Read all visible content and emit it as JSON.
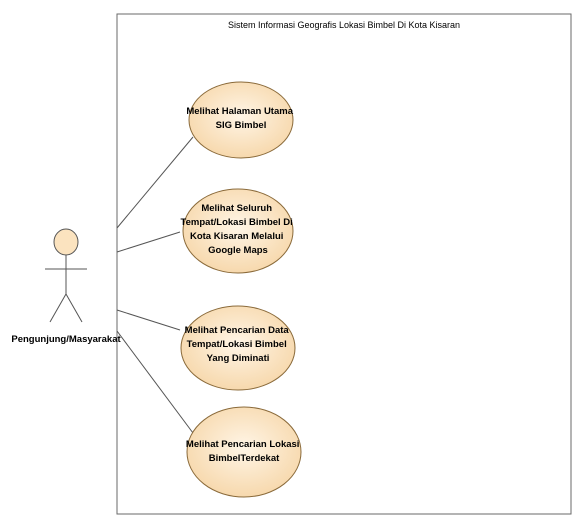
{
  "system": {
    "title": "Sistem Informasi Geografis Lokasi Bimbel Di Kota Kisaran"
  },
  "actor": {
    "label": "Pengunjung/Masyarakat"
  },
  "use_cases": [
    {
      "id": "uc1",
      "lines": [
        "Melihat Halaman Utama",
        "SIG Bimbel"
      ]
    },
    {
      "id": "uc2",
      "lines": [
        "Melihat Seluruh",
        "Tempat/Lokasi Bimbel Di",
        "Kota Kisaran Melalui",
        "Google Maps"
      ]
    },
    {
      "id": "uc3",
      "lines": [
        "Melihat Pencarian Data",
        "Tempat/Lokasi Bimbel",
        "Yang Diminati"
      ]
    },
    {
      "id": "uc4",
      "lines": [
        "Melihat Pencarian Lokasi",
        "BimbelTerdekat"
      ]
    }
  ],
  "colors": {
    "use_case_fill_light": "#fff5e6",
    "use_case_fill_dark": "#f6d6a8",
    "use_case_stroke": "#8a6a3a",
    "actor_head_fill": "#fbe3bf",
    "line": "#555555",
    "boundary": "#6a6a6a"
  }
}
